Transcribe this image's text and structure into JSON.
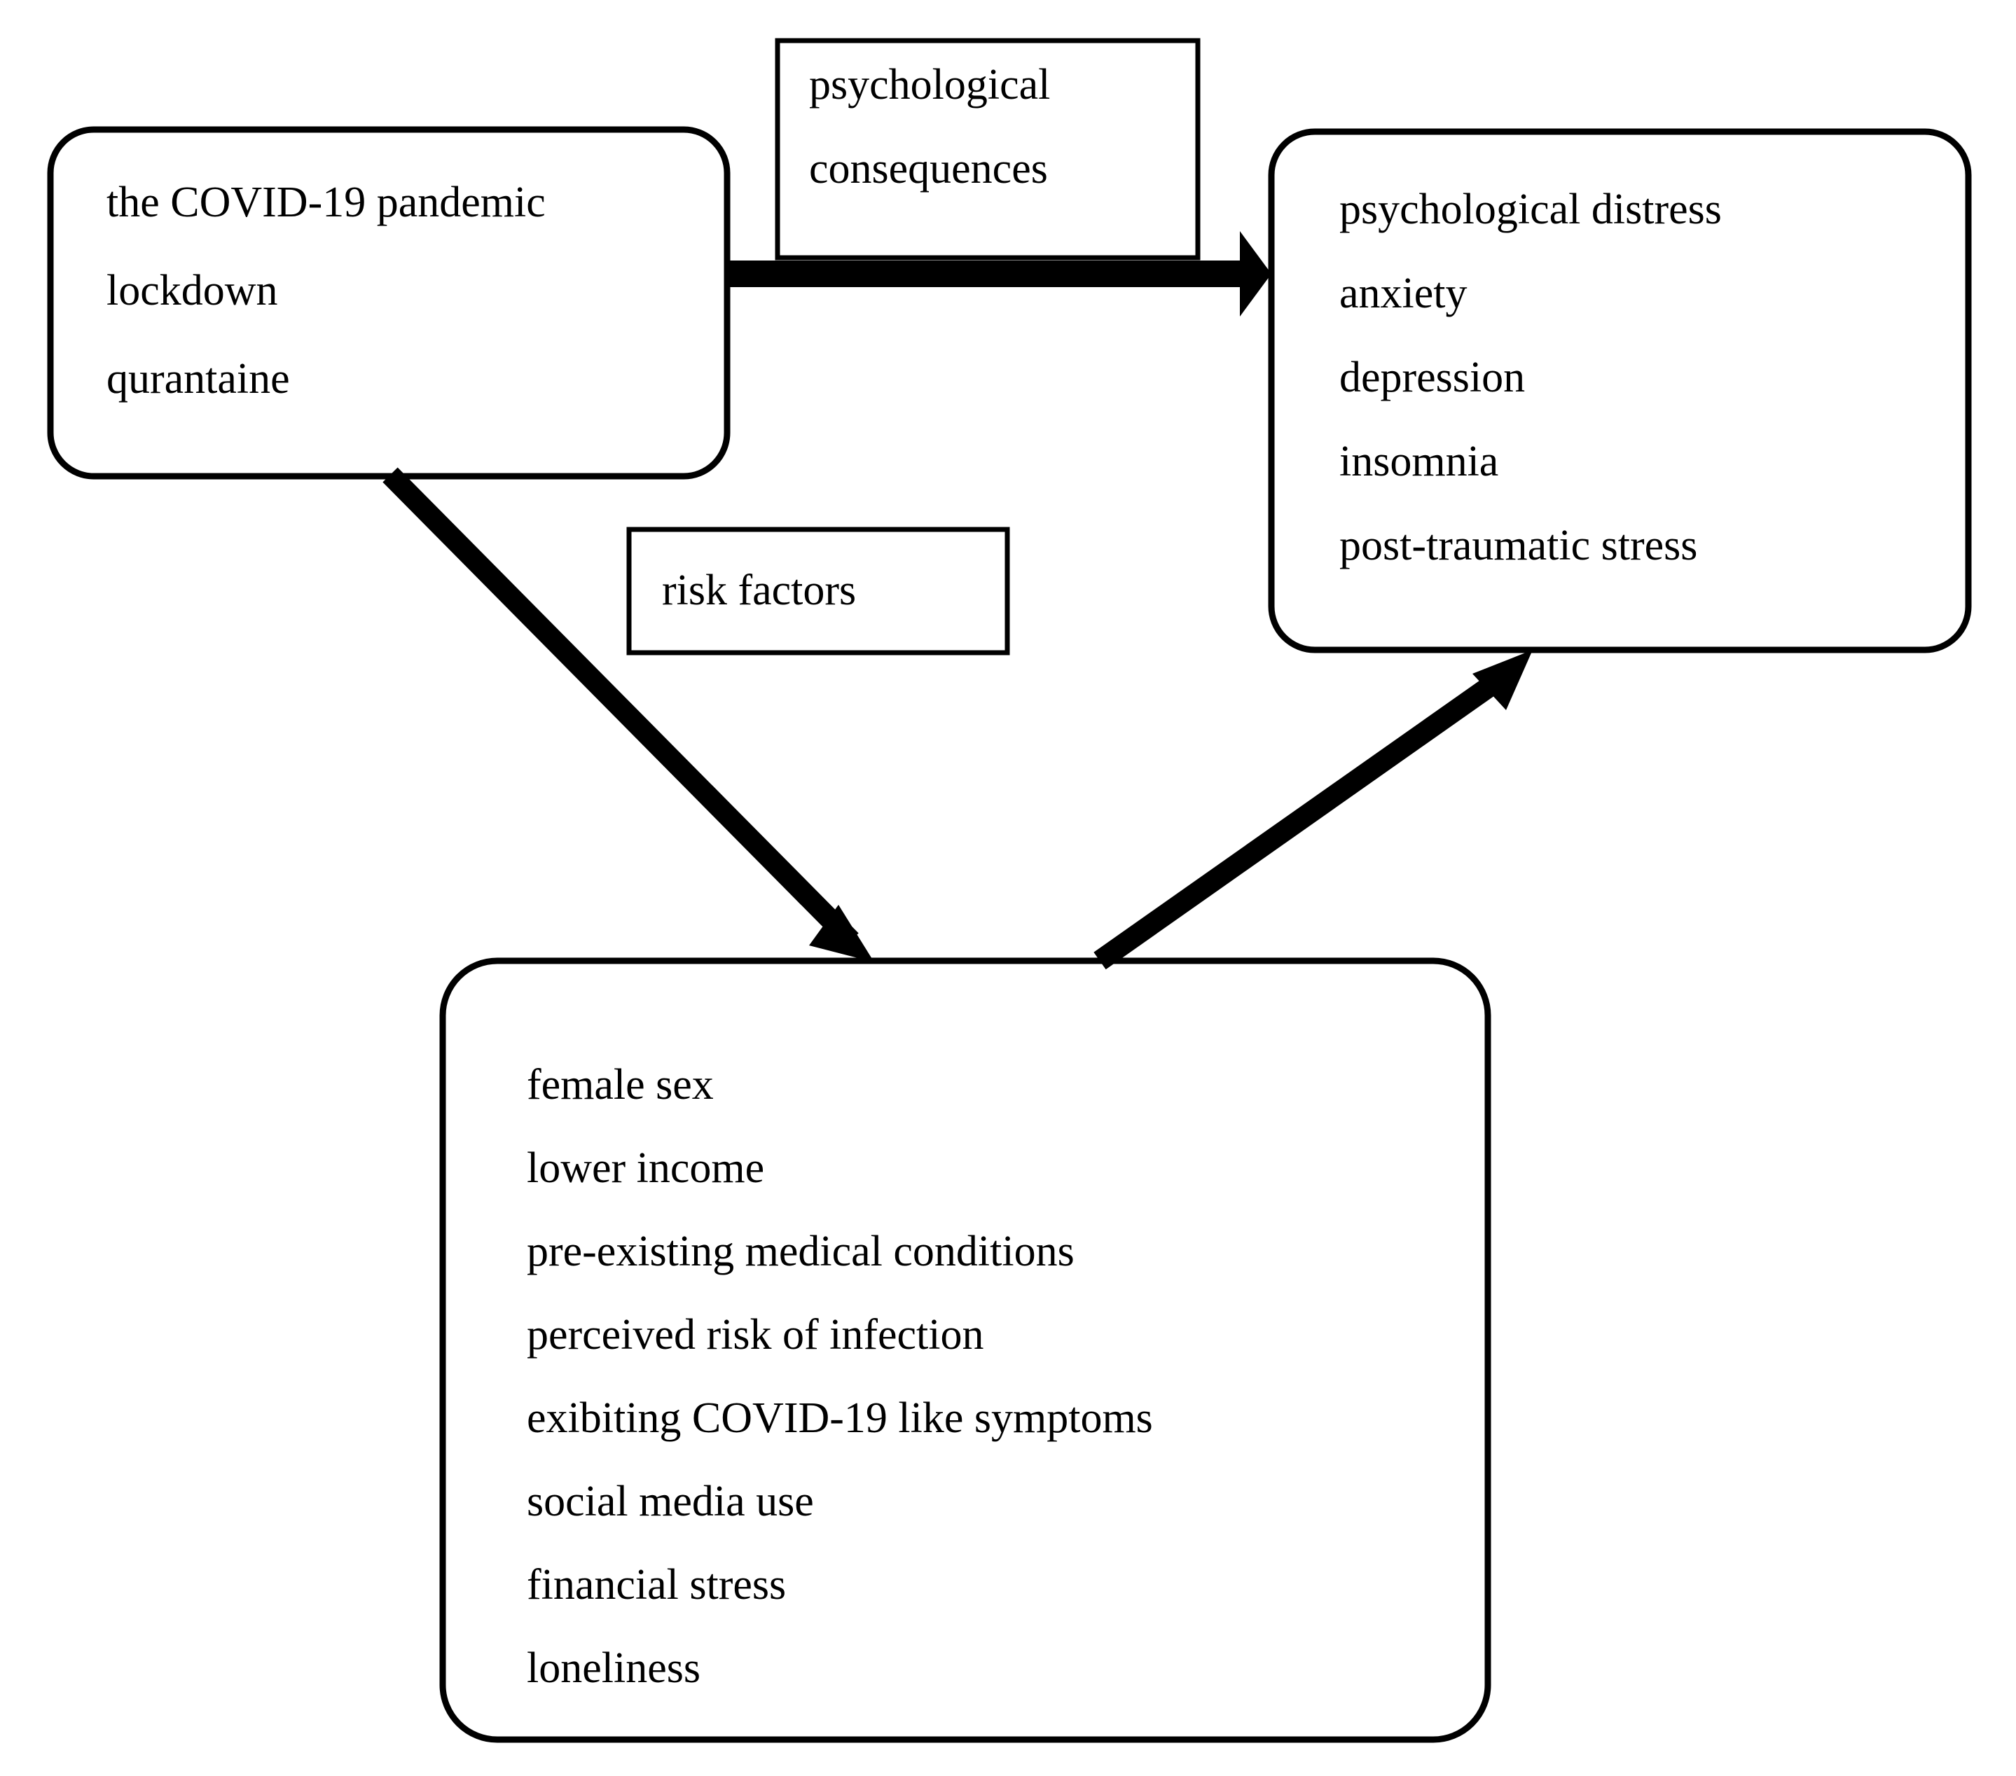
{
  "figure": {
    "type": "flow-diagram",
    "background_color": "#ffffff",
    "stroke_color": "#000000"
  },
  "nodes": {
    "source": {
      "name": "covid-context",
      "lines": [
        "the COVID-19 pandemic",
        "lockdown",
        "qurantaine"
      ]
    },
    "outcome": {
      "name": "psychological-outcomes",
      "lines": [
        "psychological distress",
        "anxiety",
        "depression",
        "insomnia",
        "post-traumatic stress"
      ]
    },
    "riskfactors": {
      "name": "risk-factor-list",
      "lines": [
        "female sex",
        "lower income",
        "pre-existing medical conditions",
        "perceived risk of infection",
        "exibiting COVID-19 like symptoms",
        "social media use",
        "financial stress",
        "loneliness"
      ]
    }
  },
  "edge_labels": {
    "consequences": {
      "lines": [
        "psychological",
        "consequences"
      ]
    },
    "riskfactors": {
      "text": "risk factors"
    }
  },
  "edges": [
    {
      "name": "source-to-outcome",
      "from": "source",
      "to": "outcome",
      "label": "psychological consequences",
      "direction": "right"
    },
    {
      "name": "source-to-riskfactors",
      "from": "source",
      "to": "riskfactors",
      "label": "risk factors",
      "direction": "down-right"
    },
    {
      "name": "riskfactors-to-outcome",
      "from": "riskfactors",
      "to": "outcome",
      "label": "",
      "direction": "up-right"
    }
  ]
}
